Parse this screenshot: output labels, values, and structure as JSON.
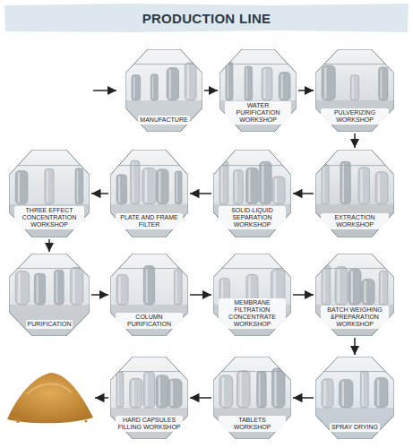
{
  "diagram": {
    "title": "PRODUCTION LINE",
    "nodes": [
      {
        "text": [
          "MANUFACTURE"
        ]
      },
      {
        "text": [
          "WATER PURIFICATION WORKSHOP"
        ]
      },
      {
        "text": [
          "PULVERIZING WORKSHOP"
        ]
      },
      {
        "text": [
          "THREE EFFECT CONCENTRATION WORKSHOP"
        ]
      },
      {
        "text": [
          "PLATE AND FRAME FILTER"
        ]
      },
      {
        "text": [
          "SOLID-LIQUID SEPARATION WORKSHOP"
        ]
      },
      {
        "text": [
          "EXTRACTION WORKSHOP"
        ]
      },
      {
        "text": [
          "PURIFICATION"
        ]
      },
      {
        "text": [
          "COLUMN PURIFICATION"
        ]
      },
      {
        "text": [
          "MEMBRANE FILTRATION CONCENTRATE WORKSHOP"
        ]
      },
      {
        "text": [
          "BATCH WEIGHING &PREPARATION WORKSHOP"
        ]
      },
      {
        "text": [
          "HARD CAPSULES FILLING WORKSHOP"
        ]
      },
      {
        "text": [
          "TABLETS WORKSHOP"
        ]
      },
      {
        "text": [
          "SPRAY DRYING"
        ]
      }
    ],
    "edges": [
      {
        "from": 0,
        "to": 1,
        "arrow": "to"
      },
      {
        "from": 1,
        "to": 2,
        "arrow": "to"
      },
      {
        "from": 2,
        "to": 6,
        "arrow": "to"
      },
      {
        "from": 6,
        "to": 5,
        "arrow": "to"
      },
      {
        "from": 5,
        "to": 4,
        "arrow": "to"
      },
      {
        "from": 4,
        "to": 3,
        "arrow": "to"
      },
      {
        "from": 3,
        "to": 7,
        "arrow": "to"
      },
      {
        "from": 7,
        "to": 8,
        "arrow": "to"
      },
      {
        "from": 8,
        "to": 9,
        "arrow": "to"
      },
      {
        "from": 9,
        "to": 10,
        "arrow": "to"
      },
      {
        "from": 10,
        "to": 13,
        "arrow": "to"
      },
      {
        "from": 13,
        "to": 12,
        "arrow": "to"
      },
      {
        "from": 12,
        "to": 11,
        "arrow": "to"
      }
    ]
  }
}
